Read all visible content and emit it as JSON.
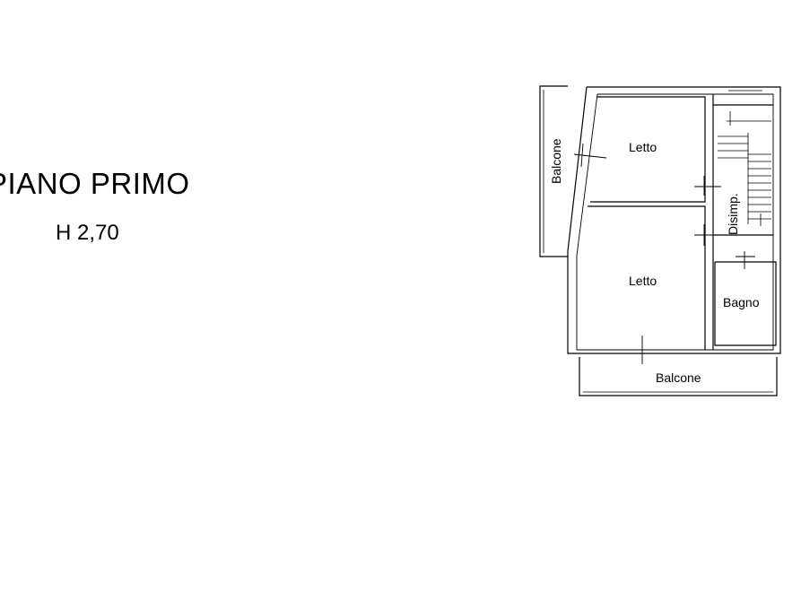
{
  "plan": {
    "title": "PIANO PRIMO",
    "height": "H 2,70",
    "rooms": {
      "bedroom_top": "Letto",
      "bedroom_bottom": "Letto",
      "bathroom": "Bagno",
      "hallway": "Disimp.",
      "balcony_left": "Balcone",
      "balcony_bottom": "Balcone"
    }
  }
}
